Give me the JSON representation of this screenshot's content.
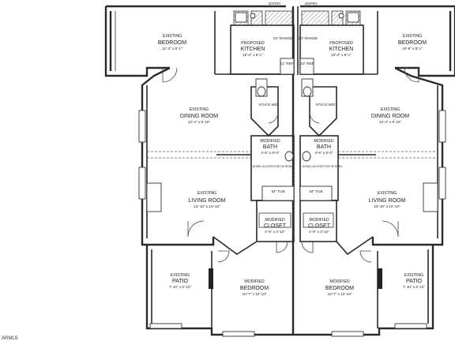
{
  "units": {
    "left": {
      "bedroom_top": {
        "status": "EXISTING",
        "name": "BEDROOM",
        "dims": "11'-3\" x 8'-1\""
      },
      "kitchen": {
        "status": "PROPOSED",
        "name": "KITCHEN",
        "dims": "10'-4\" x 8'-1\""
      },
      "range": "24\" RANGE",
      "ref": "21\" REF",
      "stack": "STACK W/D",
      "dining": {
        "status": "EXISTING",
        "name": "DINING ROOM",
        "dims": "13'-4\" x 9'-10\""
      },
      "bath": {
        "status": "MODIFIED",
        "name": "BATH",
        "dims": "4'-6\" x 8'-0\""
      },
      "bath_note": "34\"MIN. ACCESS FOR HE RKNV",
      "tub": "54\" TUB",
      "living": {
        "status": "EXISTING",
        "name": "LIVING ROOM",
        "dims": "13'-10\" x 10'-10\""
      },
      "closet": {
        "status": "MODIFIED",
        "name": "CLOSET",
        "dims": "4'-6\" x 3'-10\""
      },
      "patio": {
        "status": "EXISTING",
        "name": "PATIO",
        "dims": "7'-10\" x 9'-10\""
      },
      "bedroom_bottom": {
        "status": "MODIFIED",
        "name": "BEDROOM",
        "dims": "10'-7\" x 12'-10\""
      }
    },
    "right": {
      "bedroom_top": {
        "status": "EXISTING",
        "name": "BEDROOM",
        "dims": "10'-9\" x 8'-1\""
      },
      "kitchen": {
        "status": "PROPOSED",
        "name": "KITCHEN",
        "dims": "10'-4\" x 8'-1\""
      },
      "range": "24\" RANGE",
      "ref": "21\" REF",
      "stack": "STACK W/D",
      "dining": {
        "status": "EXISTING",
        "name": "DINING ROOM",
        "dims": "13'-4\" x 9'-10\""
      },
      "bath": {
        "status": "MODIFIED",
        "name": "BATH",
        "dims": "4'-6\" x 8'-0\""
      },
      "bath_note": "34\"MIN. ACCESS FOR HE RKNV",
      "tub": "54\" TUB",
      "living": {
        "status": "EXISTING",
        "name": "LIVING ROOM",
        "dims": "13'-10\" x 10'-10\""
      },
      "closet": {
        "status": "MODIFIED",
        "name": "CLOSET",
        "dims": "4'-6\" x 3'-10\""
      },
      "patio": {
        "status": "EXISTING",
        "name": "PATIO",
        "dims": "7'-10\" x 8'-10\""
      },
      "bedroom_bottom": {
        "status": "MODIFIED",
        "name": "BEDROOM",
        "dims": "10'-7\" x 12'-10\""
      }
    }
  },
  "entry_marks": [
    "ENTRY",
    "ENTRY"
  ],
  "watermark": "ARMLS"
}
